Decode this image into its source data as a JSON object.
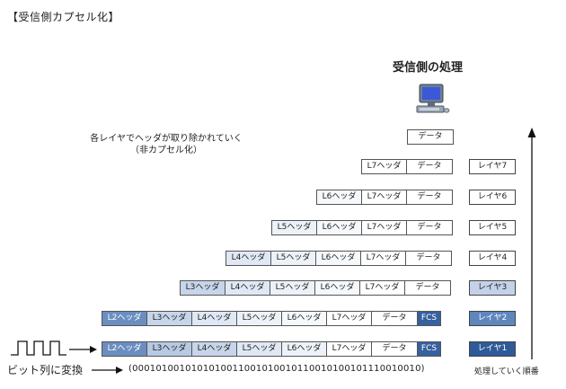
{
  "title": "【受信側カプセル化】",
  "receiver_title": "受信側の処理",
  "note_line1": "各レイヤでヘッダが取り除かれていく",
  "note_line2": "（非カプセル化）",
  "bit_label": "ビット列に変換",
  "bitstream": "(0001010010101010011001010010110010100101110010010)",
  "order_label": "処理していく順番",
  "rows": {
    "r0": [
      "データ"
    ],
    "r1": [
      "L7ヘッダ",
      "データ"
    ],
    "r2": [
      "L6ヘッダ",
      "L7ヘッダ",
      "データ"
    ],
    "r3": [
      "L5ヘッダ",
      "L6ヘッダ",
      "L7ヘッダ",
      "データ"
    ],
    "r4": [
      "L4ヘッダ",
      "L5ヘッダ",
      "L6ヘッダ",
      "L7ヘッダ",
      "データ"
    ],
    "r5": [
      "L3ヘッダ",
      "L4ヘッダ",
      "L5ヘッダ",
      "L6ヘッダ",
      "L7ヘッダ",
      "データ"
    ],
    "r6": [
      "L2ヘッダ",
      "L3ヘッダ",
      "L4ヘッダ",
      "L5ヘッダ",
      "L6ヘッダ",
      "L7ヘッダ",
      "データ",
      "FCS"
    ],
    "r7": [
      "L2ヘッダ",
      "L3ヘッダ",
      "L4ヘッダ",
      "L5ヘッダ",
      "L6ヘッダ",
      "L7ヘッダ",
      "データ",
      "FCS"
    ]
  },
  "layers": {
    "l7": "レイヤ7",
    "l6": "レイヤ6",
    "l5": "レイヤ5",
    "l4": "レイヤ4",
    "l3": "レイヤ3",
    "l2": "レイヤ2",
    "l1": "レイヤ1"
  },
  "colors": {
    "arrow": "#111111",
    "fcs": "#36609f",
    "layer1": "#2f5a99"
  }
}
